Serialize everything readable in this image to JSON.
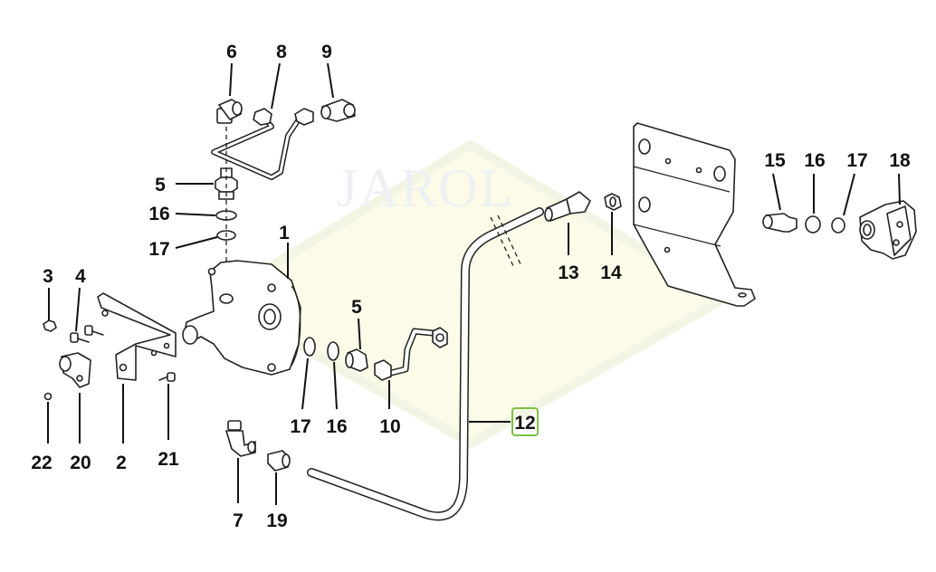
{
  "watermark": {
    "text": "JAROL",
    "diamond_color": "#fbfbe8"
  },
  "highlight": {
    "part": "12",
    "color": "#7cc242"
  },
  "callouts": {
    "c1": "1",
    "c2": "2",
    "c3": "3",
    "c4": "4",
    "c5a": "5",
    "c5b": "5",
    "c6": "6",
    "c7": "7",
    "c8": "8",
    "c9": "9",
    "c10": "10",
    "c12": "12",
    "c13": "13",
    "c14": "14",
    "c15": "15",
    "c16a": "16",
    "c16b": "16",
    "c16c": "16",
    "c17a": "17",
    "c17b": "17",
    "c17c": "17",
    "c18": "18",
    "c19": "19",
    "c20": "20",
    "c21": "21",
    "c22": "22"
  }
}
